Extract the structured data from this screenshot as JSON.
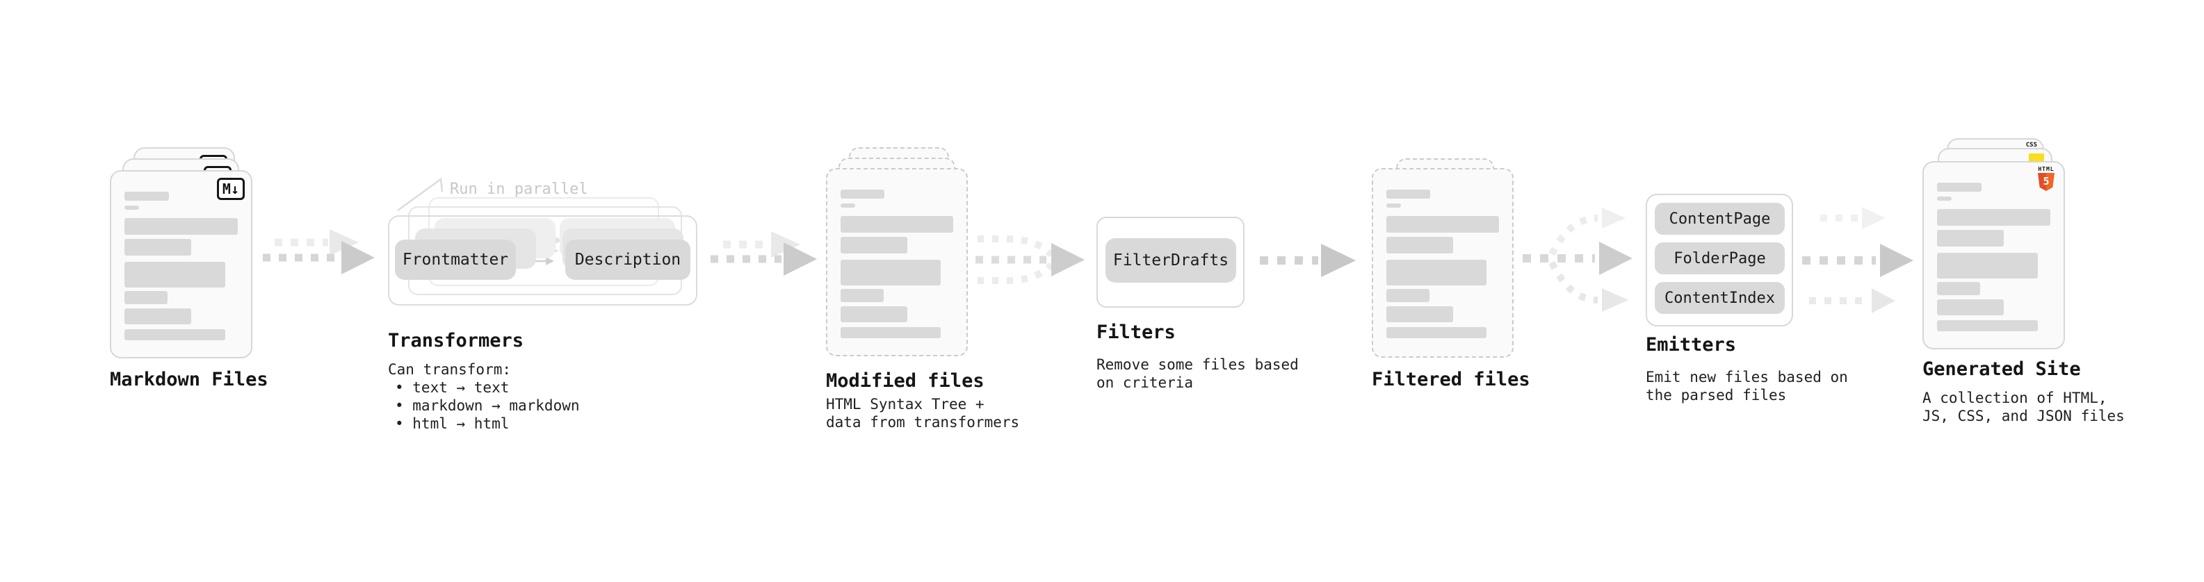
{
  "stages": {
    "markdown_files": {
      "label": "Markdown Files",
      "badge": "M↓"
    },
    "transformers": {
      "label": "Transformers",
      "note": "Run in parallel",
      "nodes": {
        "frontmatter": "Frontmatter",
        "description": "Description"
      },
      "caption_title": "Can transform:",
      "bullets": [
        "• text → text",
        "• markdown → markdown",
        "• html → html"
      ]
    },
    "modified_files": {
      "label": "Modified files",
      "caption_line1": "HTML Syntax Tree +",
      "caption_line2": "data from transformers"
    },
    "filters": {
      "label": "Filters",
      "nodes": {
        "filter_drafts": "FilterDrafts"
      },
      "caption_line1": "Remove some files based",
      "caption_line2": "on criteria"
    },
    "filtered_files": {
      "label": "Filtered files"
    },
    "emitters": {
      "label": "Emitters",
      "nodes": {
        "content_page": "ContentPage",
        "folder_page": "FolderPage",
        "content_index": "ContentIndex"
      },
      "caption_line1": "Emit new files based on",
      "caption_line2": "the parsed files"
    },
    "generated_site": {
      "label": "Generated Site",
      "caption_line1": "A collection of HTML,",
      "caption_line2": "JS, CSS, and JSON files",
      "badges": {
        "css": "CSS",
        "html": "HTML",
        "html5_number": "5"
      }
    }
  },
  "colors": {
    "html5_orange": "#e44d26",
    "js_yellow": "#f7df1e",
    "css_blue": "#2760e5",
    "node_fill": "#d9d9d9",
    "skeleton_bar": "#d9d9d9",
    "arrow_gray": "#cdcdcd",
    "note_gray": "#c7c7c7"
  }
}
